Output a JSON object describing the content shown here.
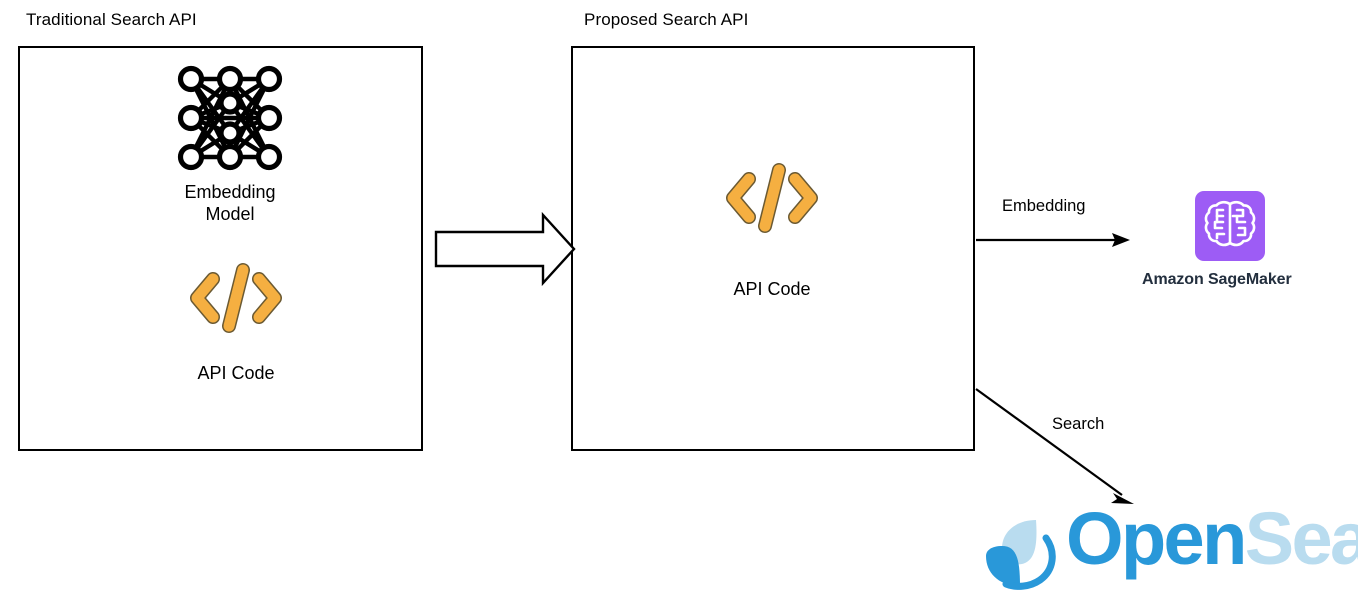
{
  "diagram": {
    "title_left": "Traditional Search API",
    "title_right": "Proposed Search API",
    "panels": [
      {
        "title": "Traditional Search API",
        "items": [
          {
            "icon": "neural-network-icon",
            "label": "Embedding\nModel"
          },
          {
            "icon": "code-brackets-icon",
            "label": "API Code"
          }
        ]
      },
      {
        "title": "Proposed Search API",
        "items": [
          {
            "icon": "code-brackets-icon",
            "label": "API Code"
          }
        ]
      }
    ],
    "connectors": [
      {
        "name": "block-arrow-migration",
        "label": "",
        "style": "hollow-block-arrow"
      },
      {
        "name": "arrow-embedding",
        "label": "Embedding",
        "style": "line-arrow"
      },
      {
        "name": "arrow-search",
        "label": "Search",
        "style": "line-arrow"
      }
    ],
    "services": [
      {
        "name": "amazon-sagemaker",
        "label": "Amazon SageMaker",
        "icon": "brain-icon"
      },
      {
        "name": "opensearch",
        "label_primary": "Open",
        "label_secondary": "Search",
        "icon": "opensearch-swirl-icon"
      }
    ],
    "colors": {
      "code_icon_fill": "#f5af41",
      "code_icon_stroke": "#6b5a33",
      "sagemaker_tile": "#9d5cf5",
      "sagemaker_text": "#232f3e",
      "opensearch_primary": "#2998d9",
      "opensearch_secondary": "#b9dcef",
      "stroke": "#000000",
      "background": "#ffffff"
    }
  }
}
